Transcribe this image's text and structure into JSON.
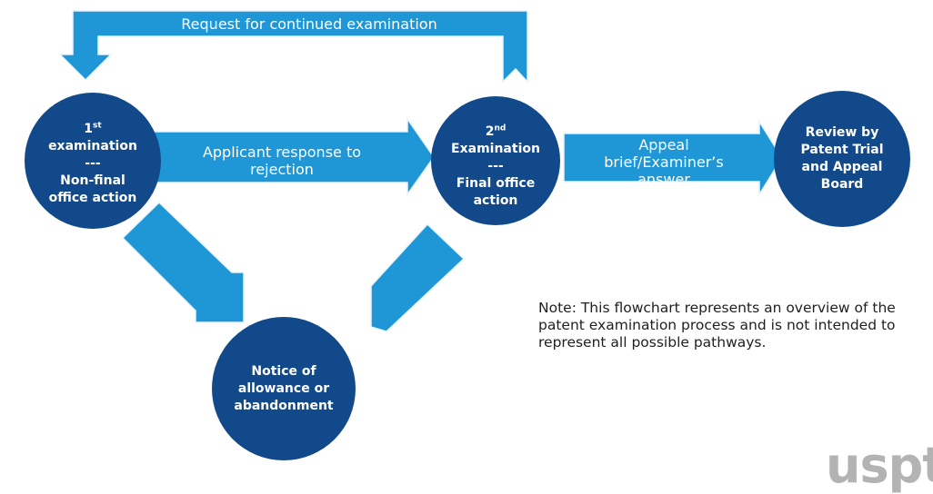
{
  "diagram": {
    "nodes": {
      "first": {
        "sup": "st",
        "lines": [
          "examination",
          "---",
          "Non-final",
          "office action"
        ],
        "prefix": "1"
      },
      "second": {
        "prefix": "2",
        "sup": "nd",
        "lines": [
          "Examination",
          "---",
          "Final office",
          "action"
        ]
      },
      "board": {
        "lines": [
          "Review by",
          "Patent Trial",
          "and Appeal",
          "Board"
        ]
      },
      "allowance": {
        "lines": [
          "Notice of",
          "allowance or",
          "abandonment"
        ]
      }
    },
    "arrows": {
      "rce": "Request for continued examination",
      "response": [
        "Applicant response to",
        "rejection"
      ],
      "appeal": [
        "Appeal",
        "brief/Examiner’s",
        "answer"
      ]
    },
    "note": "Note: This flowchart represents an overview of the patent examination process and is not intended to represent all possible pathways.",
    "logo": "uspto",
    "colors": {
      "circle": "#12498a",
      "arrow": "#1f97d6",
      "arrow_edge": "#e7f4fb"
    }
  }
}
